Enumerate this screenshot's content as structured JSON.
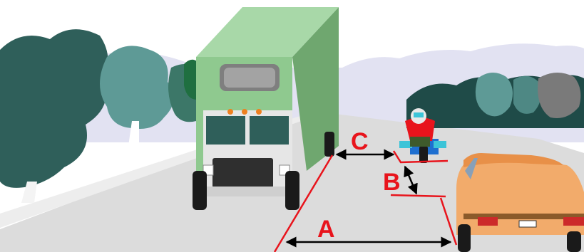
{
  "labels": {
    "a": "A",
    "b": "B",
    "c": "C"
  },
  "colors": {
    "lane_marking": "#e8141c",
    "arrow": "#000000",
    "road": "#dcdcdc",
    "sky_hills": "#e2e2f2",
    "truck_box": "#8fc98f",
    "car": "#f2ab6b",
    "rider_jacket": "#e8141c"
  },
  "scene": {
    "vehicles": [
      "truck",
      "motorcycle",
      "car"
    ]
  }
}
